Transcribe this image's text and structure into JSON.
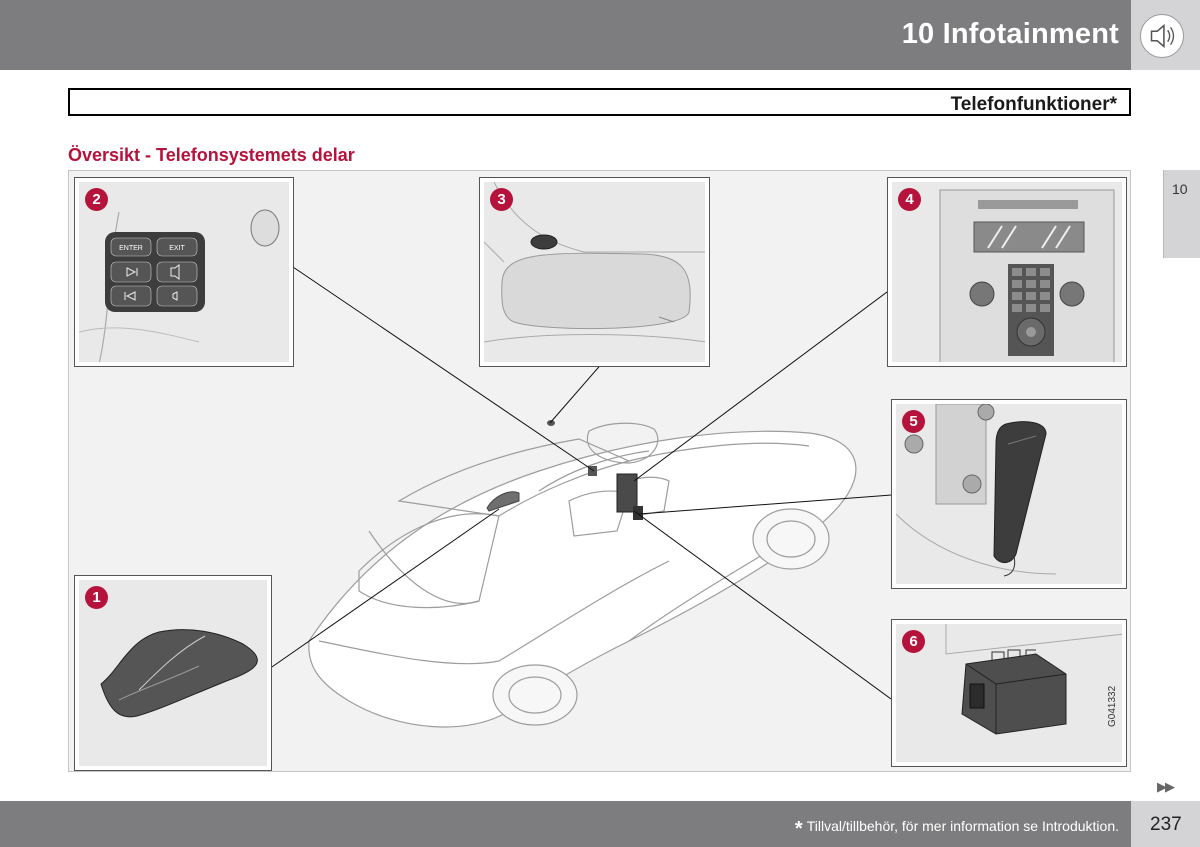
{
  "header": {
    "chapter_title": "10 Infotainment",
    "icon": "speaker-icon"
  },
  "section": {
    "title": "Telefonfunktioner*"
  },
  "sub_heading": "Översikt - Telefonsystemets delar",
  "side_tab": {
    "label": "10"
  },
  "figure": {
    "badges": [
      "1",
      "2",
      "3",
      "4",
      "5",
      "6"
    ],
    "button_labels": {
      "enter": "ENTER",
      "exit": "EXIT"
    },
    "code": "G041332"
  },
  "continue_icon": "double-chevron-right-icon",
  "footer": {
    "footnote_star": "*",
    "footnote_text": "Tillval/tillbehör, för mer information se Introduktion.",
    "page_number": "237"
  },
  "colors": {
    "accent": "#b5133b",
    "header_gray": "#7d7d7f",
    "tab_gray": "#d4d4d6"
  }
}
